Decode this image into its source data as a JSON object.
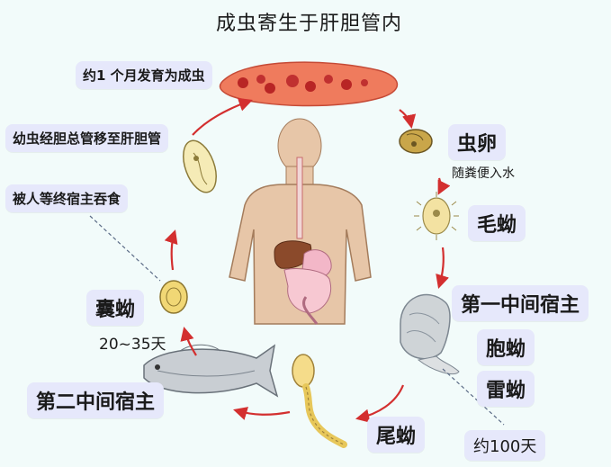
{
  "title": "成虫寄生于肝胆管内",
  "labels": {
    "one_month": "约1 个月发育为成虫",
    "larva_migrate": "幼虫经胆总管移至肝胆管",
    "eaten": "被人等终宿主吞食",
    "egg": "虫卵",
    "with_feces": "随粪便入水",
    "miracidium": "毛蚴",
    "first_host": "第一中间宿主",
    "sporocyst": "胞蚴",
    "redia": "雷蚴",
    "cercaria": "尾蚴",
    "about_100_days": "约100天",
    "second_host": "第二中间宿主",
    "metacercaria": "囊蚴",
    "days_20_35": "20~35天"
  },
  "colors": {
    "background": "#f2fbfa",
    "label_box": "#e6e8fb",
    "arrow": "#d32f2f",
    "body": "#e7c6a8",
    "fluke": "#e96a4d"
  }
}
